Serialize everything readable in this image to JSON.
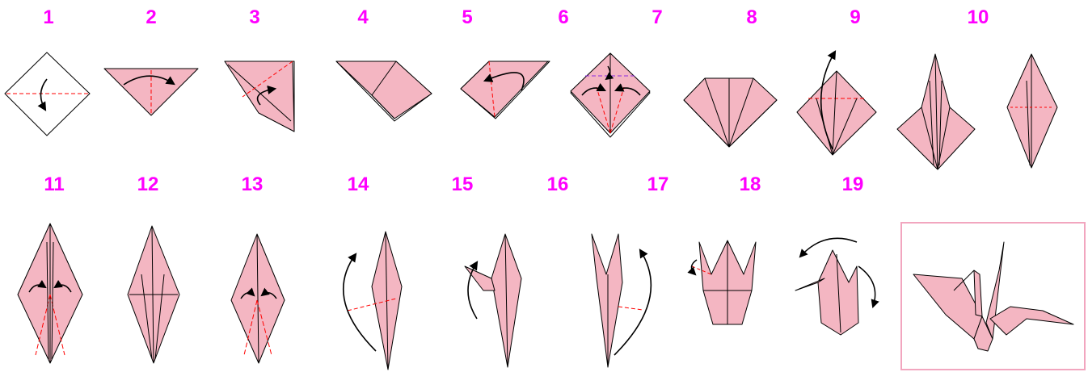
{
  "step_labels": [
    "1",
    "2",
    "3",
    "4",
    "5",
    "6",
    "7",
    "8",
    "9",
    "10",
    "11",
    "12",
    "13",
    "14",
    "15",
    "16",
    "17",
    "18",
    "19"
  ],
  "colors": {
    "label": "#ff00ff",
    "paper": "#f4b6c2",
    "paper_dark": "#e79fae",
    "valley_fold": "#ff0000",
    "mountain_fold": "#8a2be2",
    "outline": "#000000",
    "frame": "#f2a6bf"
  },
  "icons": [
    "curved-fold-arrow-icon",
    "valley-fold-line-icon",
    "mountain-fold-line-icon"
  ]
}
